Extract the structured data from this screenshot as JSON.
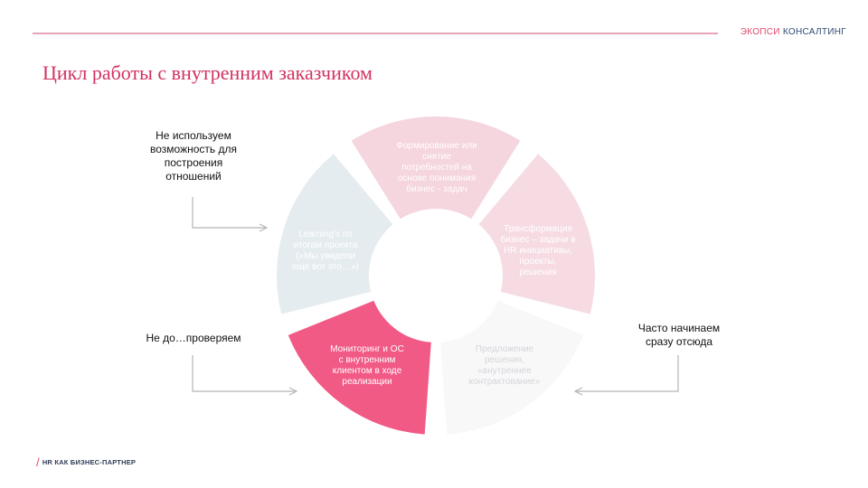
{
  "header": {
    "brand_part1": "ЭКОПСИ",
    "brand_part2": "КОНСАЛТИНГ"
  },
  "title": "Цикл работы с внутренним заказчиком",
  "footer": {
    "text": "HR КАК БИЗНЕС-ПАРТНЕР"
  },
  "segments": [
    {
      "label": "Формирование или снятие потребностей на основе понимания бизнес - задач",
      "color": "#f5d5de"
    },
    {
      "label": "Трансформация бизнес – задачи в HR инициативы, проекты, решения",
      "color": "#f6dbe3"
    },
    {
      "label": "Предложение решения, «внутреннее контрактование»",
      "color": "#f8f8f9"
    },
    {
      "label": "Мониторинг и ОС с внутренним клиентом в ходе реализации",
      "color": "#f25a86"
    },
    {
      "label": "Learning's по итогам проекта («Мы увидели еще вот это…»)",
      "color": "#e5ecef"
    }
  ],
  "notes": {
    "left_top": "Не используем возможность для построения отношений",
    "left_bottom": "Не до…проверяем",
    "right": "Часто начинаем сразу отсюда"
  }
}
